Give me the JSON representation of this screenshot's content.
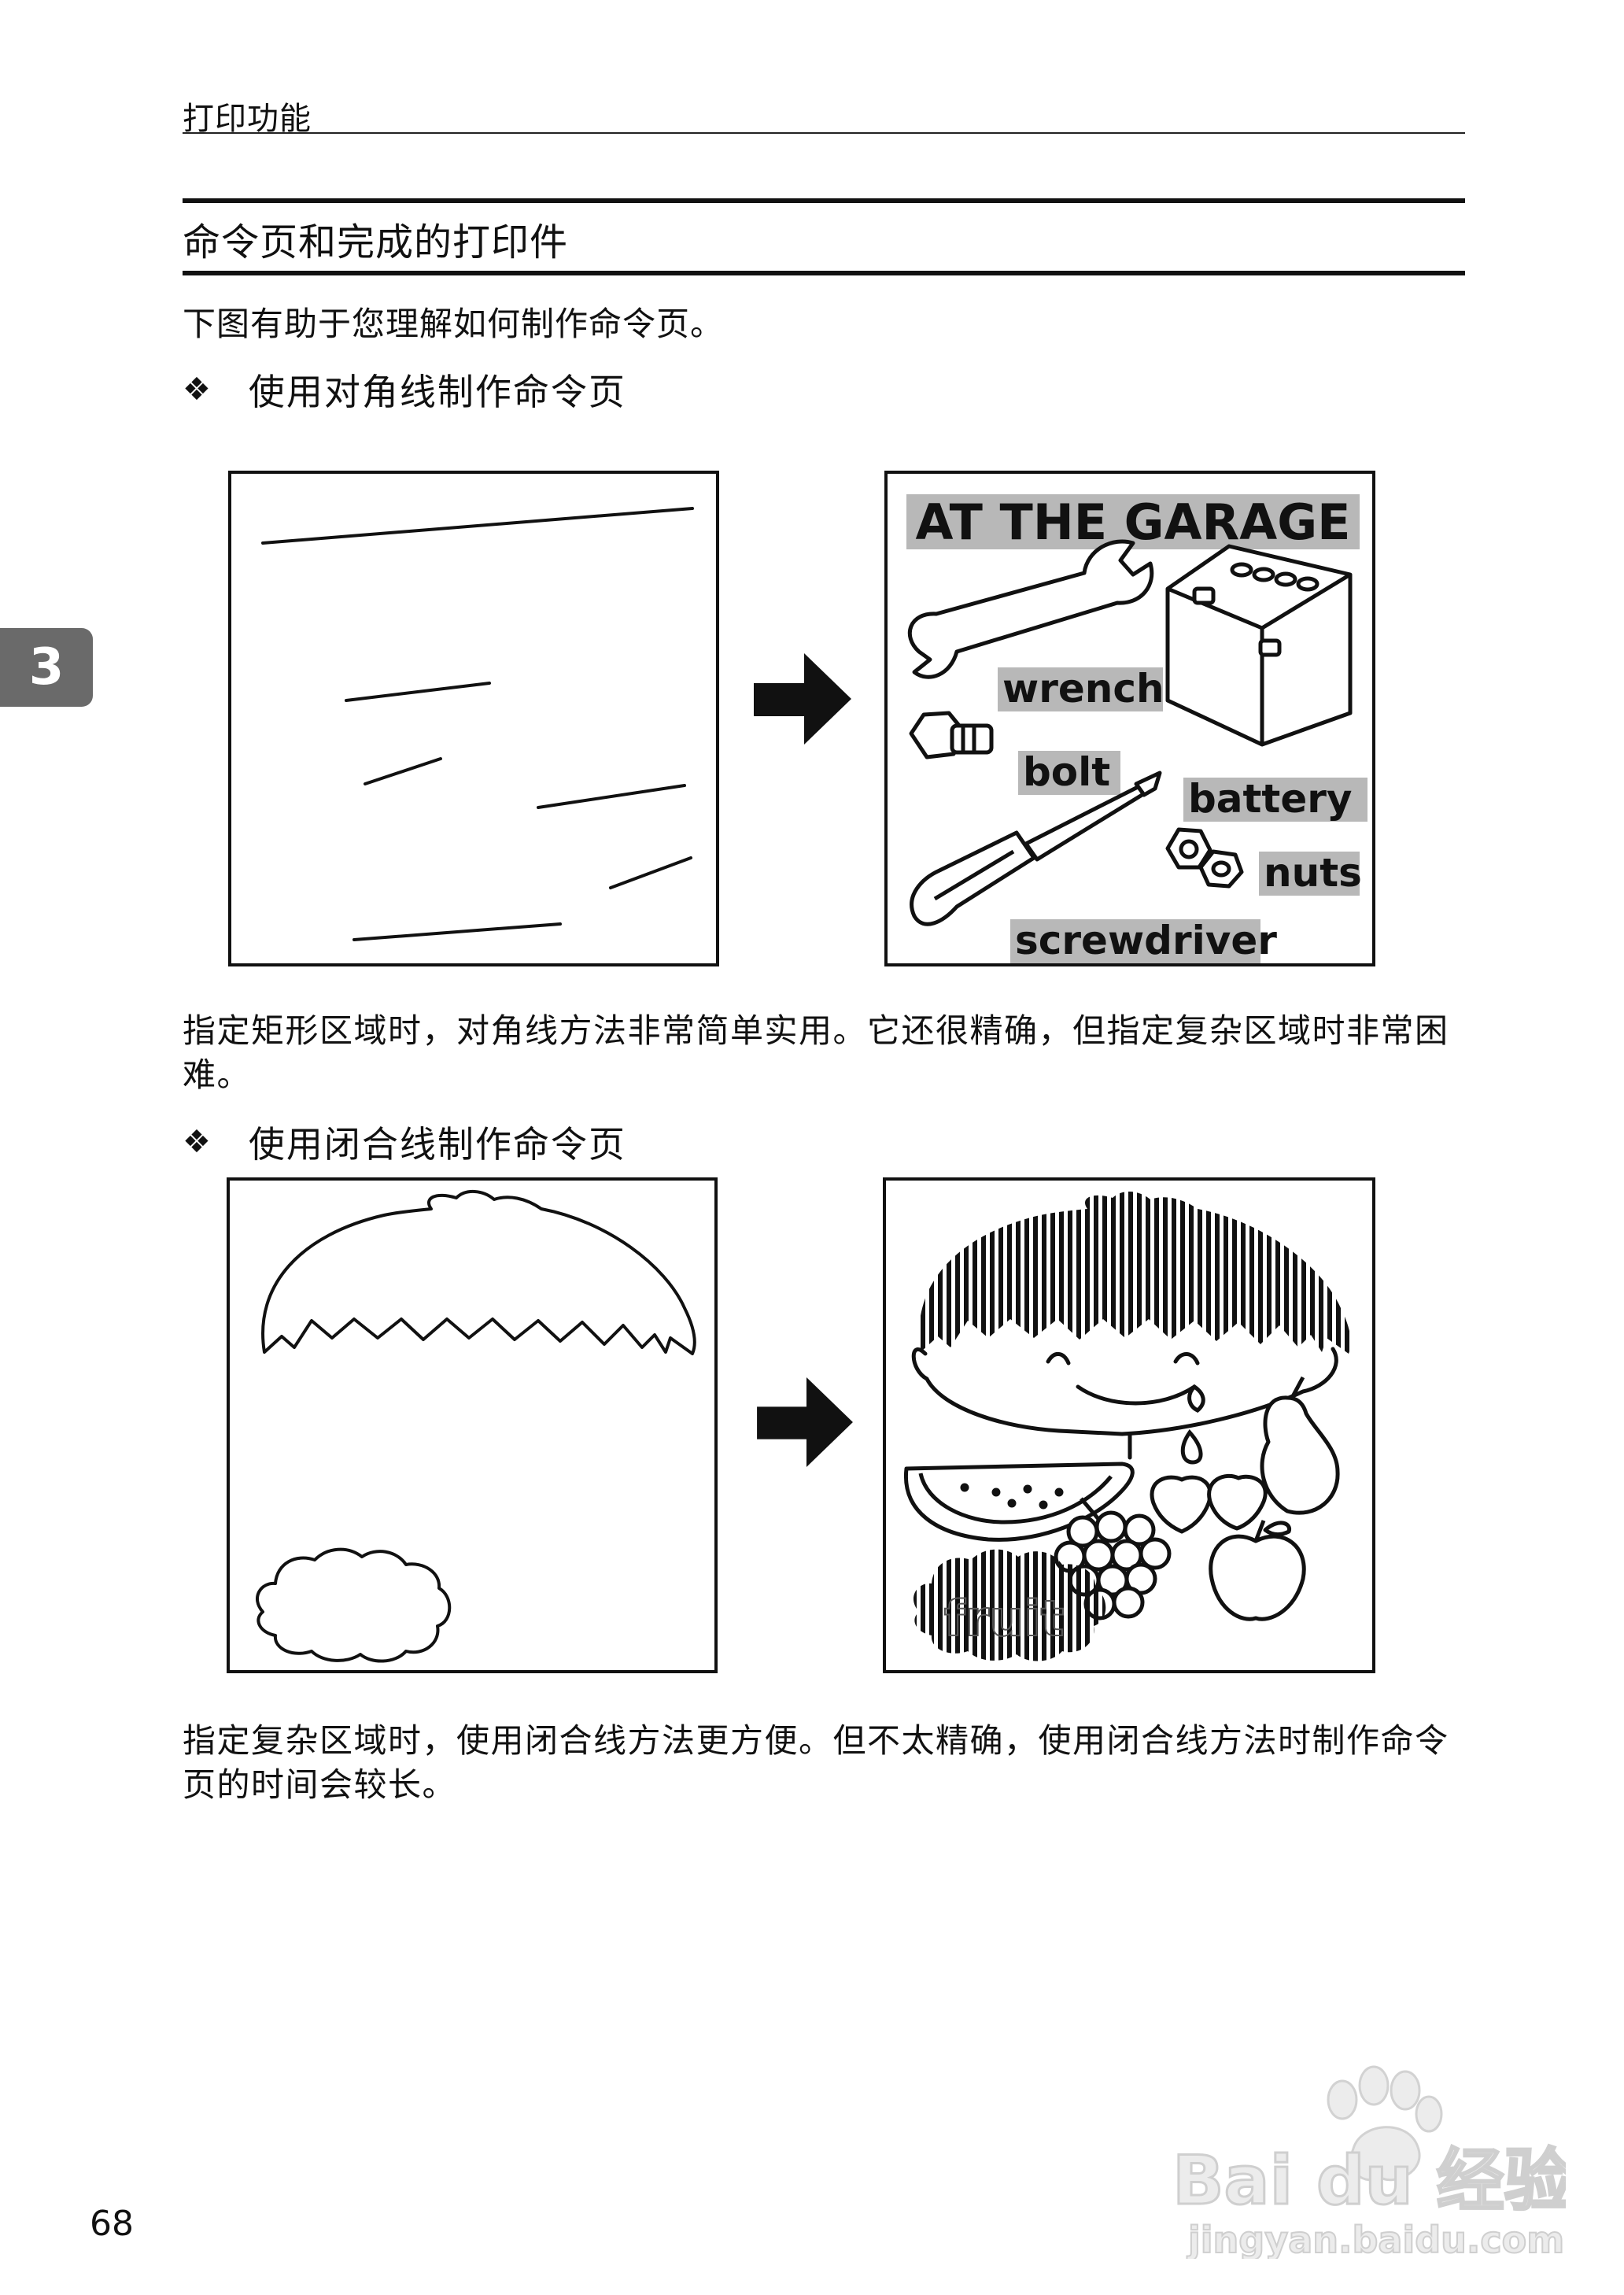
{
  "running_head": "打印功能",
  "section_title": "命令页和完成的打印件",
  "intro": "下图有助于您理解如何制作命令页。",
  "bullet_glyph": "❖",
  "method1": {
    "heading": "使用对角线制作命令页",
    "description": "指定矩形区域时，对角线方法非常简单实用。它还很精确，但指定复杂区域时非常困难。",
    "result_labels": {
      "title": "AT THE GARAGE",
      "wrench": "wrench",
      "bolt": "bolt",
      "battery": "battery",
      "nuts": "nuts",
      "screwdriver": "screwdriver"
    }
  },
  "method2": {
    "heading": "使用闭合线制作命令页",
    "description": "指定复杂区域时，使用闭合线方法更方便。但不太精确，使用闭合线方法时制作命令页的时间会较长。",
    "result_labels": {
      "fruit": "fruit"
    }
  },
  "chapter_tab": "3",
  "page_number": "68",
  "watermark": {
    "brand": "Bai du 经验",
    "url": "jingyan.baidu.com"
  }
}
